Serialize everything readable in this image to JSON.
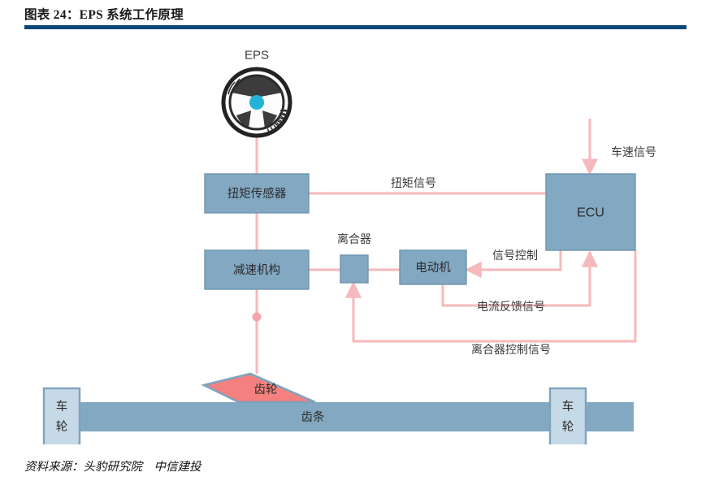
{
  "header": {
    "title": "图表 24：EPS 系统工作原理",
    "rule_color": "#0a4878"
  },
  "footer": {
    "source": "资料来源：头豹研究院　中信建投"
  },
  "theme": {
    "box_fill": "#82a8c2",
    "box_stroke": "#6f94ad",
    "wheel_box_fill": "#c5d9e6",
    "wheel_box_stroke": "#7fa3bd",
    "line_color": "#f6b9bb",
    "gear_fill": "#f4817f",
    "gear_stroke": "#7fa3bd",
    "rack_fill": "#82a8c2",
    "hub_color": "#22b3d8",
    "wheel_outline": "#222222",
    "text_color": "#3a3a3a"
  },
  "diagram": {
    "type": "block-diagram",
    "icon": {
      "name": "steering-wheel-icon",
      "label": "EPS"
    },
    "blocks": [
      {
        "id": "torque-sensor",
        "label": "扭矩传感器",
        "kind": "process"
      },
      {
        "id": "ecu",
        "label": "ECU",
        "kind": "controller"
      },
      {
        "id": "reduction-gear",
        "label": "减速机构",
        "kind": "process"
      },
      {
        "id": "clutch",
        "label": "离合器",
        "kind": "small-process"
      },
      {
        "id": "motor",
        "label": "电动机",
        "kind": "process"
      },
      {
        "id": "gear",
        "label": "齿轮",
        "kind": "mechanical"
      },
      {
        "id": "rack",
        "label": "齿条",
        "kind": "mechanical"
      },
      {
        "id": "wheel-left",
        "label": "车\n轮",
        "kind": "wheel"
      },
      {
        "id": "wheel-right",
        "label": "车\n轮",
        "kind": "wheel"
      }
    ],
    "block_labels": {
      "torque_sensor": "扭矩传感器",
      "ecu": "ECU",
      "reduction_gear": "减速机构",
      "clutch": "离合器",
      "motor": "电动机",
      "gear": "齿轮",
      "rack": "齿条",
      "wheel_left_line1": "车",
      "wheel_left_line2": "轮",
      "wheel_right_line1": "车",
      "wheel_right_line2": "轮"
    },
    "signals": [
      {
        "id": "torque-signal",
        "label": "扭矩信号",
        "from": "torque-sensor",
        "to": "ecu"
      },
      {
        "id": "vehicle-speed-signal",
        "label": "车速信号",
        "from": "external",
        "to": "ecu"
      },
      {
        "id": "signal-control",
        "label": "信号控制",
        "from": "ecu",
        "to": "motor"
      },
      {
        "id": "current-feedback",
        "label": "电流反馈信号",
        "from": "motor",
        "to": "ecu"
      },
      {
        "id": "clutch-control-signal",
        "label": "离合器控制信号",
        "from": "ecu",
        "to": "clutch"
      }
    ],
    "signal_labels": {
      "torque": "扭矩信号",
      "vehicle_speed": "车速信号",
      "signal_control": "信号控制",
      "current_feedback": "电流反馈信号",
      "clutch_control": "离合器控制信号"
    }
  }
}
